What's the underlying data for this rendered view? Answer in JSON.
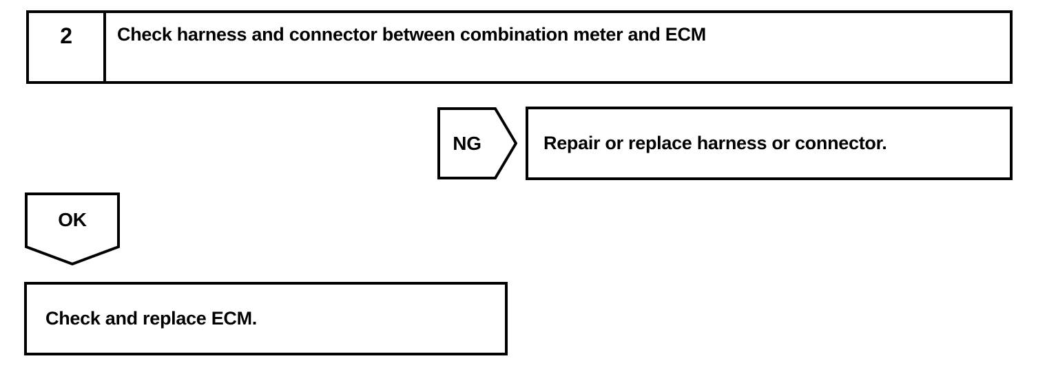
{
  "page": {
    "background": "#ffffff",
    "line_color": "#000000"
  },
  "step": {
    "number": "2",
    "title": "Check harness and connector between combination meter and ECM"
  },
  "ng_branch": {
    "label": "NG",
    "action": "Repair or replace harness or connector."
  },
  "ok_branch": {
    "label": "OK",
    "action": "Check and replace ECM."
  }
}
